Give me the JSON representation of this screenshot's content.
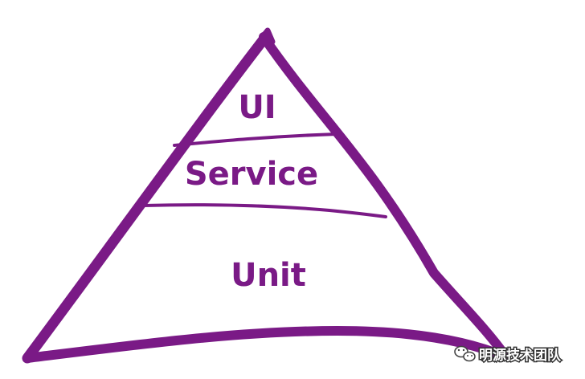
{
  "diagram": {
    "type": "test-pyramid",
    "stroke_color": "#7a1a86",
    "text_color": "#7a1a86",
    "layers": [
      {
        "label": "UI"
      },
      {
        "label": "Service"
      },
      {
        "label": "Unit"
      }
    ]
  },
  "watermark": {
    "text": "明源技术团队",
    "icon": "wechat-icon"
  }
}
